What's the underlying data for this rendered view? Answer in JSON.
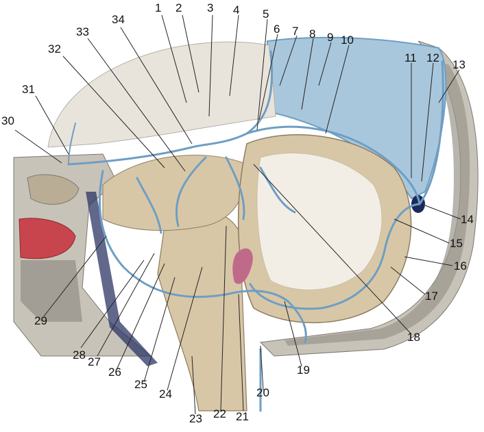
{
  "figure": {
    "labels": [
      "1",
      "2",
      "3",
      "4",
      "5",
      "6",
      "7",
      "8",
      "9",
      "10",
      "11",
      "12",
      "13",
      "14",
      "15",
      "16",
      "17",
      "18",
      "19",
      "20",
      "21",
      "22",
      "23",
      "24",
      "25",
      "26",
      "27",
      "28",
      "29",
      "30",
      "31",
      "32",
      "33",
      "34"
    ]
  },
  "colors": {
    "vein_blue": "#6e9ec4",
    "sinus_dark": "#1b2a5a",
    "bone": "#c8c3b8",
    "bone_spongy": "#9a958c",
    "brain_tan": "#d8c7a6",
    "cerebellum_white": "#f2eee6",
    "falx_blue": "#a9c7dc",
    "nasal_red": "#c8454d",
    "plexus_pink": "#c06a8a"
  }
}
